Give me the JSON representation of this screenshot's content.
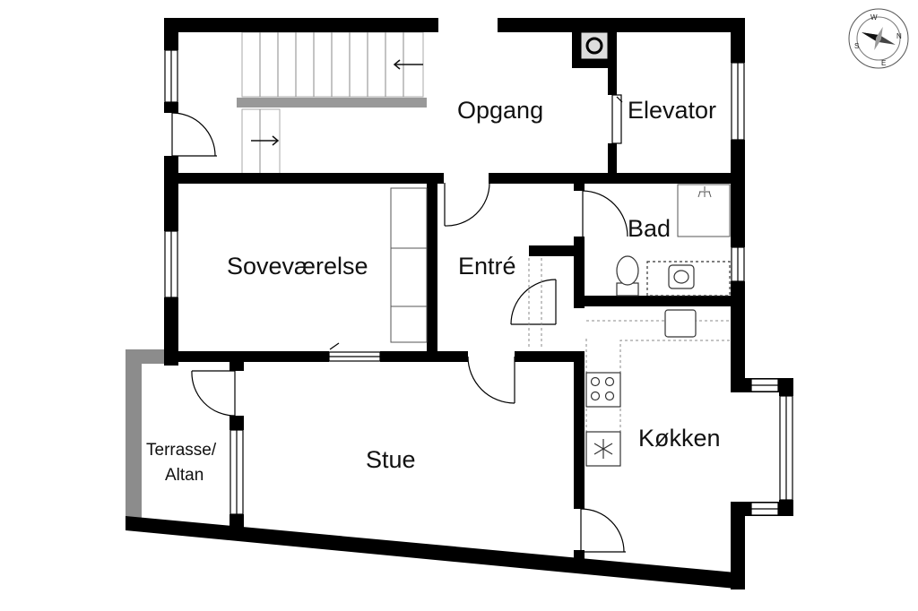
{
  "floorplan": {
    "rooms": {
      "opgang": "Opgang",
      "elevator": "Elevator",
      "sovevaerelse": "Soveværelse",
      "entre": "Entré",
      "bad": "Bad",
      "terrasse_line1": "Terrasse/",
      "terrasse_line2": "Altan",
      "stue": "Stue",
      "kokken": "Køkken"
    },
    "compass": {
      "n": "N",
      "e": "E",
      "s": "S",
      "w": "W"
    }
  }
}
